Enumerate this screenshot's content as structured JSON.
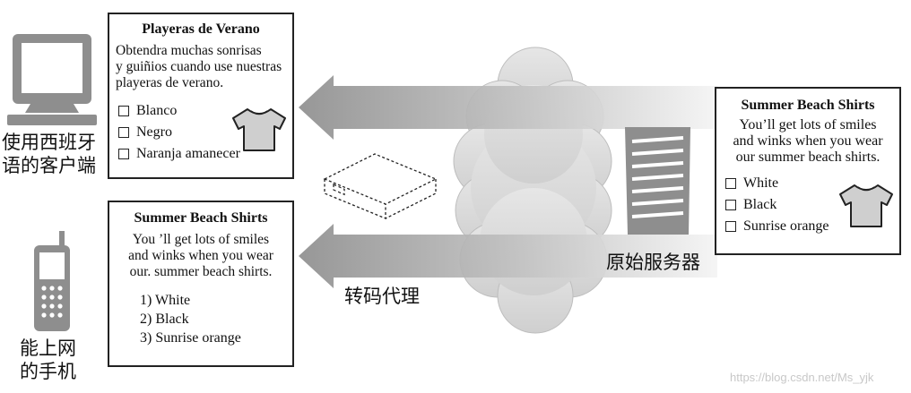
{
  "desktop_client": {
    "label_line1": "使用西班牙",
    "label_line2": "语的客户端",
    "card": {
      "title": "Playeras de Verano",
      "text_lines": [
        "Obtendra muchas sonrisas",
        "y guiñios cuando use nuestras",
        "playeras de verano."
      ],
      "options": [
        "Blanco",
        "Negro",
        "Naranja amanecer"
      ]
    }
  },
  "phone_client": {
    "label_line1": "能上网",
    "label_line2": "的手机",
    "card": {
      "title": "Summer Beach Shirts",
      "text_lines": [
        "You ’ll get lots of smiles",
        "and winks when you wear",
        "our. summer beach  shirts."
      ],
      "options": [
        "1) White",
        "2) Black",
        "3) Sunrise orange"
      ]
    }
  },
  "origin_server": {
    "label": "原始服务器",
    "card": {
      "title": "Summer Beach Shirts",
      "text_lines": [
        "You’ll get lots of smiles",
        "and winks when you wear",
        "our summer beach shirts."
      ],
      "options": [
        "White",
        "Black",
        "Sunrise orange"
      ]
    }
  },
  "proxy": {
    "label": "转码代理"
  },
  "watermark": "https://blog.csdn.net/Ms_yjk",
  "colors": {
    "arrow_dark": "#9a9a9a",
    "arrow_light": "#f2f2f2",
    "cloud": "#d9d9d9",
    "icon_gray": "#8c8c8c",
    "shirt_fill": "#cfcfcf"
  }
}
